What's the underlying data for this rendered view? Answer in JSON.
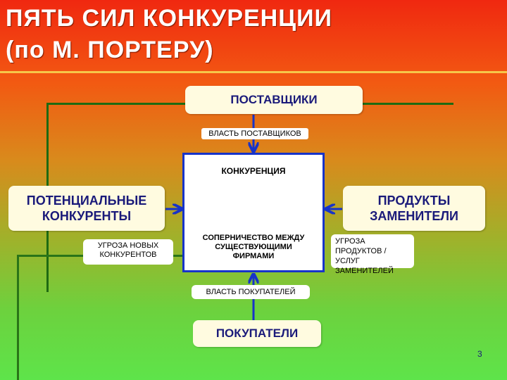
{
  "title": {
    "line1": "ПЯТЬ СИЛ КОНКУРЕНЦИИ",
    "line2": "(по М. ПОРТЕРУ)"
  },
  "nodes": {
    "suppliers": "ПОСТАВЩИКИ",
    "potential": {
      "line1": "ПОТЕНЦИАЛЬНЫЕ",
      "line2": "КОНКУРЕНТЫ"
    },
    "substitutes": {
      "line1": "ПРОДУКТЫ",
      "line2": "ЗАМЕНИТЕЛИ"
    },
    "buyers": "ПОКУПАТЕЛИ"
  },
  "center": {
    "title": "КОНКУРЕНЦИЯ",
    "desc": {
      "line1": "СОПЕРНИЧЕСТВО МЕЖДУ",
      "line2": "СУЩЕСТВУЮЩИМИ",
      "line3": "ФИРМАМИ"
    }
  },
  "edge_labels": {
    "supplier_power": "ВЛАСТЬ ПОСТАВЩИКОВ",
    "new_entrants": {
      "line1": "УГРОЗА НОВЫХ",
      "line2": "КОНКУРЕНТОВ"
    },
    "substitute_threat": {
      "line1": "УГРОЗА",
      "line2": "ПРОДУКТОВ / УСЛУГ",
      "line3": "ЗАМЕНИТЕЛЕЙ"
    },
    "buyer_power": "ВЛАСТЬ ПОКУПАТЕЛЕЙ"
  },
  "page_number": "3",
  "colors": {
    "arrow": "#1733c9",
    "text": "#1a1a7a",
    "box": "#fffbe0"
  }
}
